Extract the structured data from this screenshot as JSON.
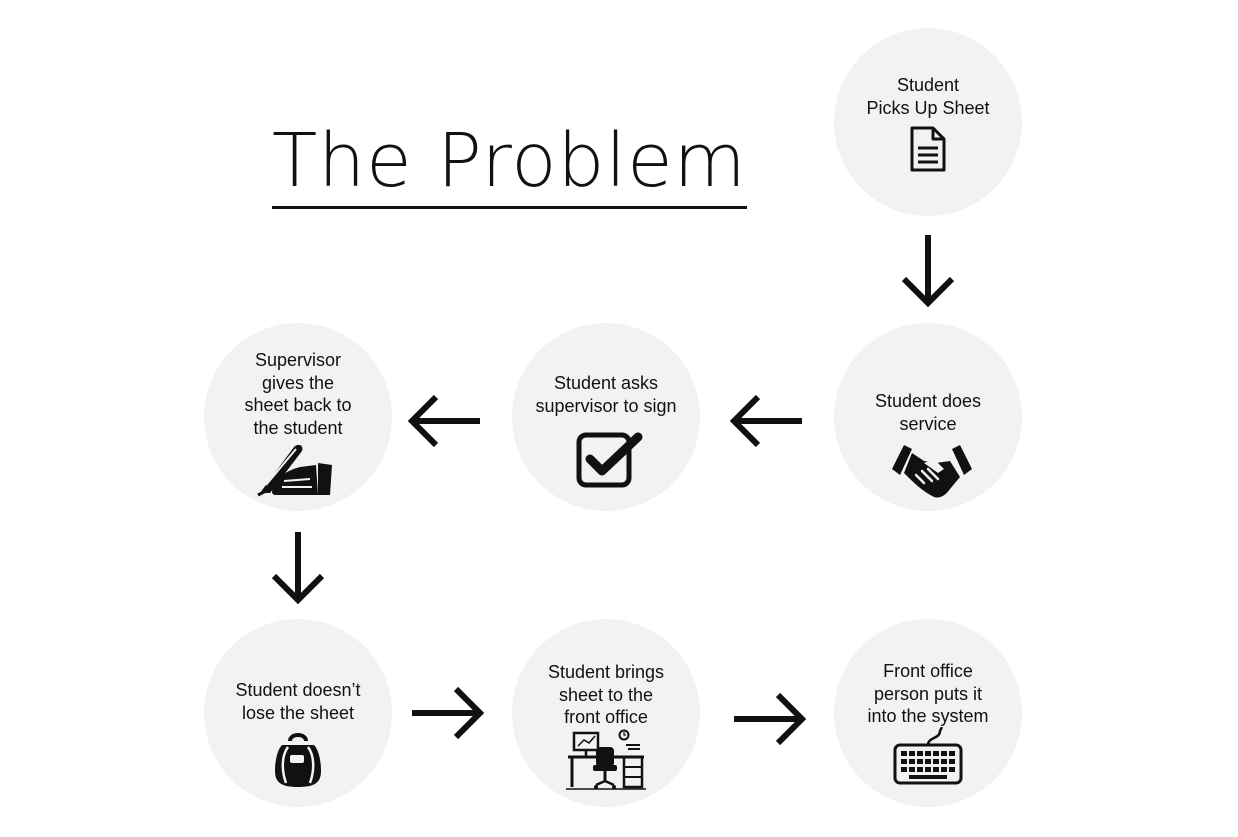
{
  "title": "The Problem",
  "nodes": [
    {
      "id": "pickup",
      "line1": "Student",
      "line2": "Picks Up Sheet",
      "line3": "",
      "line4": "",
      "icon": "document-icon"
    },
    {
      "id": "service",
      "line1": "Student does",
      "line2": "service",
      "line3": "",
      "line4": "",
      "icon": "handshake-icon"
    },
    {
      "id": "ask",
      "line1": "Student asks",
      "line2": "supervisor to sign",
      "line3": "",
      "line4": "",
      "icon": "checkbox-icon"
    },
    {
      "id": "giveback",
      "line1": "Supervisor",
      "line2": "gives the",
      "line3": "sheet back to",
      "line4": "the student",
      "icon": "signing-hand-icon"
    },
    {
      "id": "keep",
      "line1": "Student doesn’t",
      "line2": "lose the sheet",
      "line3": "",
      "line4": "",
      "icon": "backpack-icon"
    },
    {
      "id": "bring",
      "line1": "Student brings",
      "line2": "sheet to the",
      "line3": "front office",
      "line4": "",
      "icon": "office-desk-icon"
    },
    {
      "id": "enter",
      "line1": "Front office",
      "line2": "person puts it",
      "line3": "into the system",
      "line4": "",
      "icon": "keyboard-icon"
    }
  ],
  "arrows": [
    {
      "from": "pickup",
      "to": "service",
      "direction": "down"
    },
    {
      "from": "service",
      "to": "ask",
      "direction": "left"
    },
    {
      "from": "ask",
      "to": "giveback",
      "direction": "left"
    },
    {
      "from": "giveback",
      "to": "keep",
      "direction": "down"
    },
    {
      "from": "keep",
      "to": "bring",
      "direction": "right"
    },
    {
      "from": "bring",
      "to": "enter",
      "direction": "right"
    }
  ],
  "colors": {
    "circle_fill": "#f2f2f2",
    "ink": "#111111",
    "background": "#ffffff"
  }
}
